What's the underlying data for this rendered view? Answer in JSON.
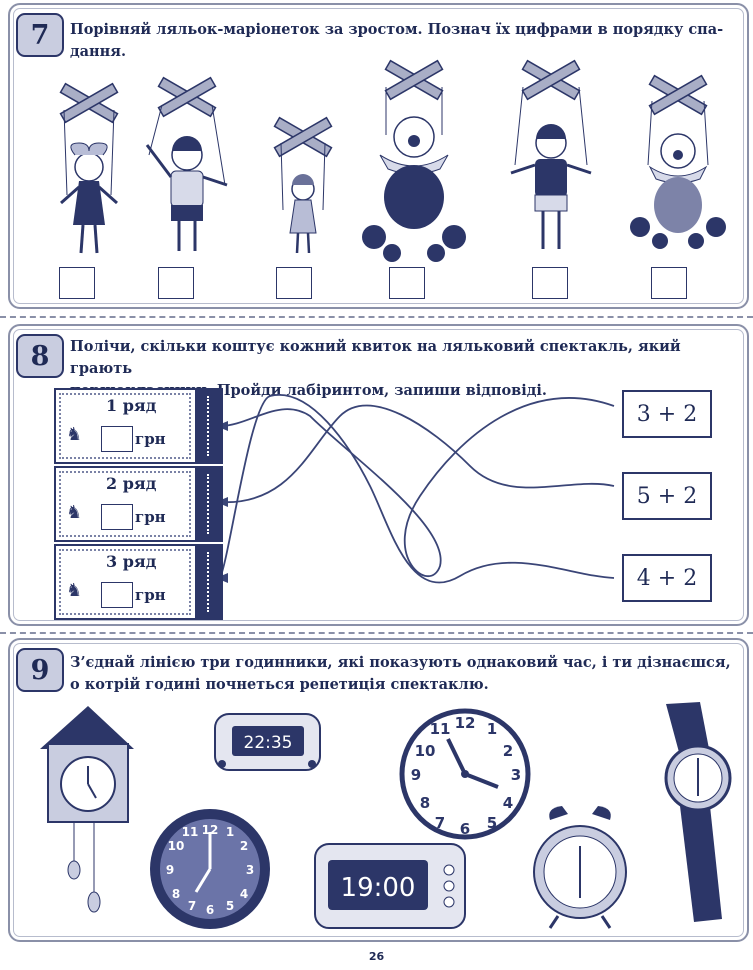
{
  "task7": {
    "number": "7",
    "text_line1": "Порівняй ляльок-маріонеток за зростом. Познач їх цифрами в порядку спа-",
    "text_line2": "дання.",
    "puppets": [
      "girl-bow",
      "boy",
      "small-girl",
      "clown",
      "boy-blue",
      "small-clown"
    ]
  },
  "task8": {
    "number": "8",
    "text_line1": "Полічи, скільки коштує кожний квиток на ляльковий спектакль, який грають",
    "text_line2": "першокласники. Пройди лабіринтом, запиши відповіді.",
    "tickets": [
      {
        "row": "1 ряд",
        "currency": "грн"
      },
      {
        "row": "2 ряд",
        "currency": "грн"
      },
      {
        "row": "3 ряд",
        "currency": "грн"
      }
    ],
    "expressions": [
      "3 + 2",
      "5 + 2",
      "4 + 2"
    ]
  },
  "task9": {
    "number": "9",
    "text_line1": "З’єднай лінією три годинники, які показують однаковий час, і ти дізнаєшся,",
    "text_line2": "о котрій годині почнеться репетиція спектаклю.",
    "digital_small": "22:35",
    "digital_large": "19:00"
  },
  "page_number": "26",
  "colors": {
    "ink": "#1f2a55",
    "panel": "#c9cde0",
    "accent": "#2c3668"
  }
}
